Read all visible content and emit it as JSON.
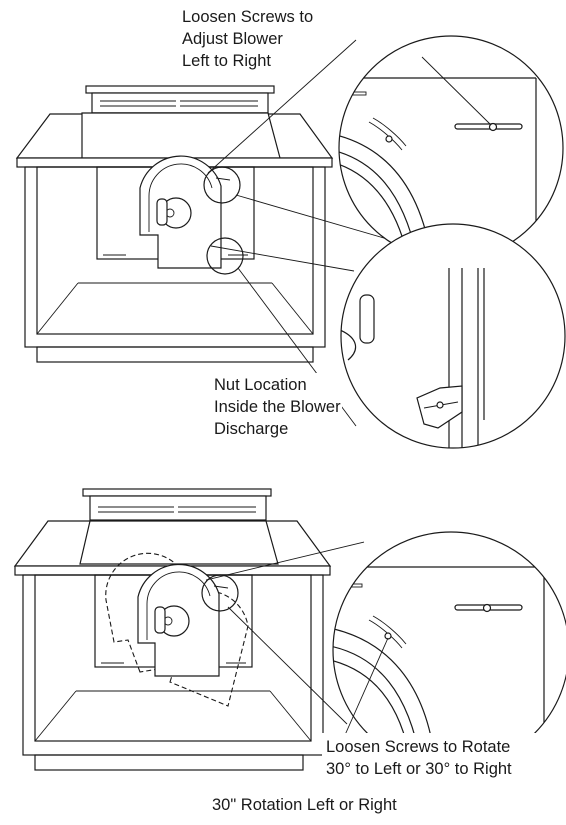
{
  "top_diagram": {
    "callout_screws_adjust": [
      "Loosen Screws to",
      "Adjust Blower",
      "Left to Right"
    ],
    "callout_nut_location": [
      "Nut Location",
      "Inside the Blower",
      "Discharge"
    ]
  },
  "bottom_diagram": {
    "callout_screws_rotate": [
      "Loosen Screws to Rotate",
      "30° to Left or 30° to Right"
    ]
  },
  "caption": "30\" Rotation Left or Right"
}
